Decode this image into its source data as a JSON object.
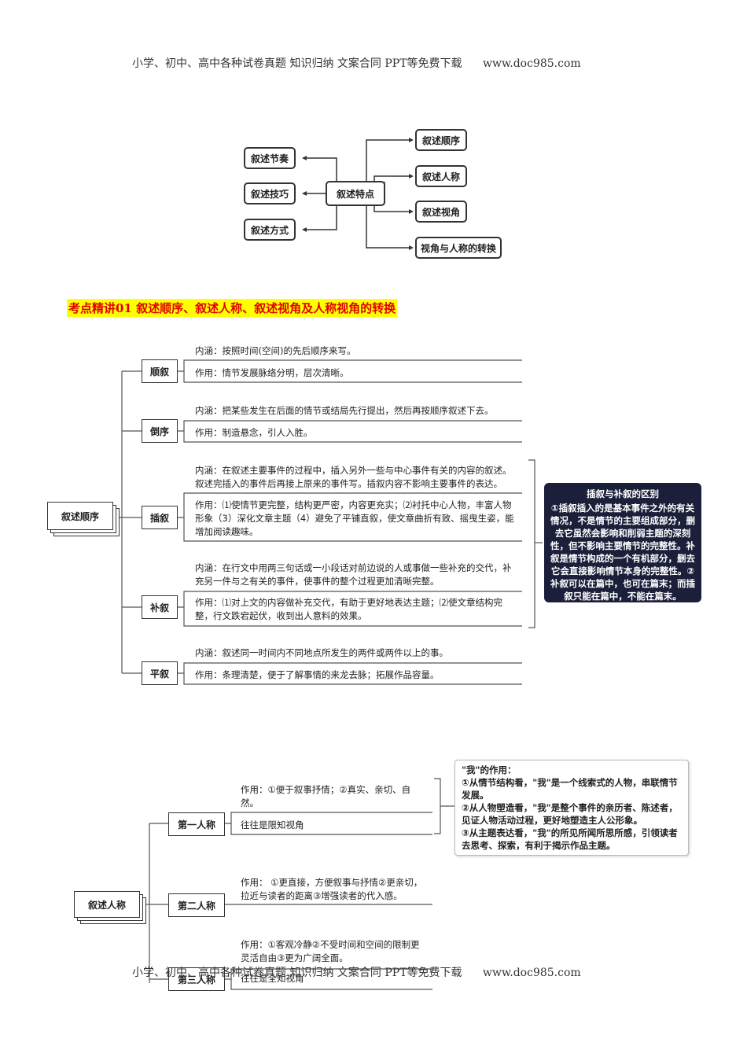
{
  "header": {
    "text": "小学、初中、高中各种试卷真题 知识归纳 文案合同 PPT等免费下载",
    "url": "www.doc985.com"
  },
  "footer": {
    "text": "小学、初中、高中各种试卷真题 知识归纳 文案合同 PPT等免费下载",
    "url": "www.doc985.com"
  },
  "map1": {
    "center": "叙述特点",
    "left": [
      "叙述节奏",
      "叙述技巧",
      "叙述方式"
    ],
    "right": [
      "叙述顺序",
      "叙述人称",
      "叙述视角",
      "视角与人称的转换"
    ]
  },
  "section_title": "考点精讲01 叙述顺序、叙述人称、叙述视角及人称视角的转换",
  "map2": {
    "root": "叙述顺序",
    "branches": [
      {
        "name": "顺叙",
        "lines": [
          "内涵：按照时间(空间)的先后顺序来写。",
          "作用：情节发展脉络分明，层次清晰。"
        ]
      },
      {
        "name": "倒序",
        "lines": [
          "内涵：把某些发生在后面的情节或结局先行提出，然后再按顺序叙述下去。",
          "作用：制造悬念，引人入胜。"
        ]
      },
      {
        "name": "插叙",
        "lines": [
          "内涵：在叙述主要事件的过程中，插入另外一些与中心事件有关的内容的叙述。叙述完插入的事件后再接上原来的事件写。插叙内容不影响主要事件的表达。",
          "作用：⑴使情节更完整，结构更严密，内容更充实；⑵衬托中心人物，丰富人物形象（3）深化文章主题（4）避免了平铺直叙，使文章曲折有致、摇曳生姿，能增加阅读趣味。"
        ]
      },
      {
        "name": "补叙",
        "lines": [
          "内涵：在行文中用两三句话或一小段话对前边说的人或事做一些补充的交代，补充另一件与之有关的事件，使事件的整个过程更加清晰完整。",
          "作用：⑴对上文的内容做补充交代，有助于更好地表达主题；⑵使文章结构完整，行文跌宕起伏，收到出人意料的效果。"
        ]
      },
      {
        "name": "平叙",
        "lines": [
          "内涵：叙述同一时间内不同地点所发生的两件或两件以上的事。",
          "作用：条理清楚，便于了解事情的来龙去脉；拓展作品容量。"
        ]
      }
    ],
    "note": {
      "title": "插叙与补叙的区别",
      "body": "①插叙插入的是基本事件之外的有关情况，不是情节的主要组成部分，删去它虽然会影响和削弱主题的深刻性，但不影响主要情节的完整性。补叙是情节构成的一个有机部分，删去它会直接影响情节本身的完整性。②补叙可以在篇中，也可在篇末；而插叙只能在篇中，不能在篇末。"
    }
  },
  "map3": {
    "root": "叙述人称",
    "branches": [
      {
        "name": "第一人称",
        "lines": [
          "作用：①便于叙事抒情；②真实、亲切、自然。",
          "往往是限知视角"
        ]
      },
      {
        "name": "第二人称",
        "lines": [
          "作用： ①更直接，方便叙事与抒情②更亲切，拉近与读者的距离③增强读者的代入感。"
        ]
      },
      {
        "name": "第三人称",
        "lines": [
          "作用：①客观冷静②不受时间和空间的限制更灵活自由③更为广阔全面。",
          "往往是全知视角"
        ]
      }
    ],
    "note": {
      "title": "\"我\"的作用：",
      "items": [
        "①从情节结构看，\"我\"是一个线索式的人物，串联情节发展。",
        "②从人物塑造看，\"我\"是整个事件的亲历者、陈述者，见证人物活动过程，更好地塑造主人公形象。",
        "③从主题表达看，\"我\"的所见所闻所思所感，引领读者去思考、探索，有利于揭示作品主题。"
      ]
    }
  }
}
